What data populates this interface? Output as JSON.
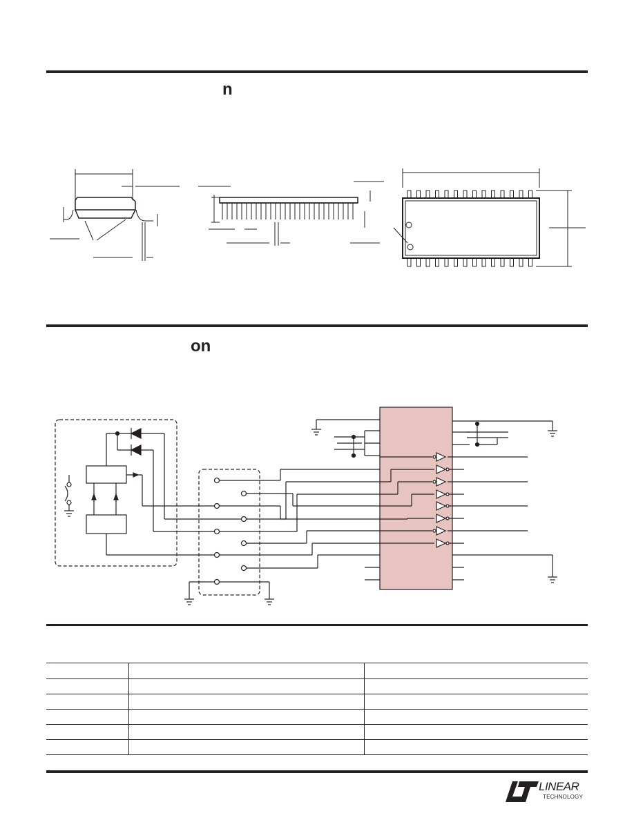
{
  "sections": [
    {
      "id": "package",
      "glyph": "n"
    },
    {
      "id": "application",
      "glyph": "on"
    }
  ],
  "footer": {
    "logo_primary": "LINEAR",
    "logo_secondary": "TECHNOLOGY"
  },
  "table": {
    "columns": 3,
    "rows": 6
  },
  "colors": {
    "ink": "#231f20",
    "ic_fill": "#e8c4c0"
  }
}
